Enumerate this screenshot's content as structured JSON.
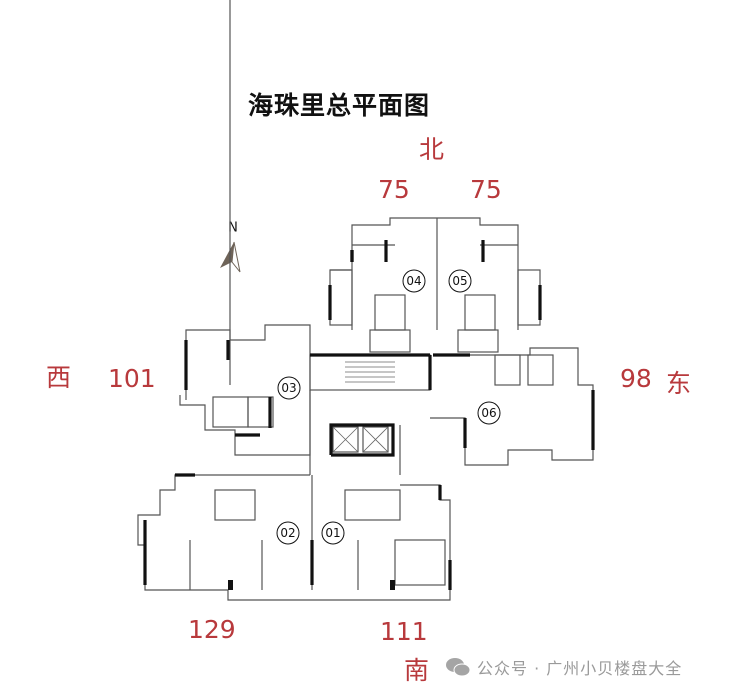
{
  "title": "海珠里总平面图",
  "compass": {
    "label": "N",
    "icon": "north-arrow-icon"
  },
  "directions": {
    "north": "北",
    "south": "南",
    "east": "东",
    "west": "西"
  },
  "unit_areas": {
    "unit_04": "75",
    "unit_05": "75",
    "unit_03": "101",
    "unit_06": "98",
    "unit_02": "129",
    "unit_01": "111"
  },
  "units": [
    "01",
    "02",
    "03",
    "04",
    "05",
    "06"
  ],
  "watermark": {
    "icon": "wechat-icon",
    "text": "公众号 · 广州小贝楼盘大全"
  },
  "colors": {
    "accent": "#b8393c",
    "plan_line": "#555555",
    "watermark": "#9a9a9a"
  }
}
